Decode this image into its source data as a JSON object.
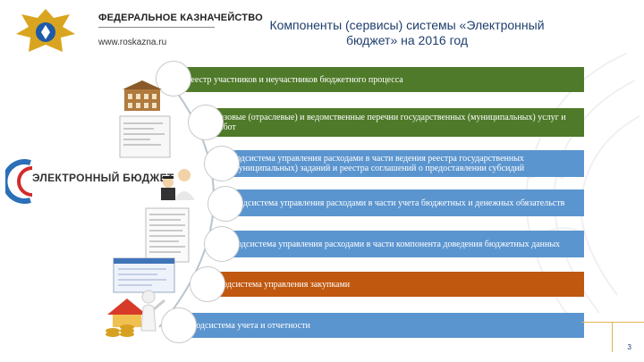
{
  "header": {
    "org_name": "ФЕДЕРАЛЬНОЕ КАЗНАЧЕЙСТВО",
    "org_url": "www.roskazna.ru"
  },
  "title": {
    "line1": "Компоненты (сервисы) системы «Электронный",
    "line2": "бюджет» на 2016 год"
  },
  "brand": {
    "text": "ЭЛЕКТРОННЫЙ БЮДЖЕТ"
  },
  "items": [
    {
      "label": "Реестр участников и неучастников бюджетного процесса",
      "color": "#4f7a2a"
    },
    {
      "label": "Базовые (отраслевые) и ведомственные перечни государственных (муниципальных) услуг и работ",
      "color": "#4f7a2a"
    },
    {
      "label": "Подсистема управления расходами в части ведения реестра государственных (муниципальных) заданий и реестра соглашений о предоставлении субсидий",
      "color": "#5b95cf"
    },
    {
      "label": "Подсистема управления расходами в части учета бюджетных и денежных обязательств",
      "color": "#5b95cf"
    },
    {
      "label": "Подсистема управления расходами в части компонента доведения бюджетных данных",
      "color": "#5b95cf"
    },
    {
      "label": "Подсистема управления закупками",
      "color": "#c0580f"
    },
    {
      "label": "Подсистема учета и отчетности",
      "color": "#5b95cf"
    }
  ],
  "page": {
    "number": "3"
  }
}
